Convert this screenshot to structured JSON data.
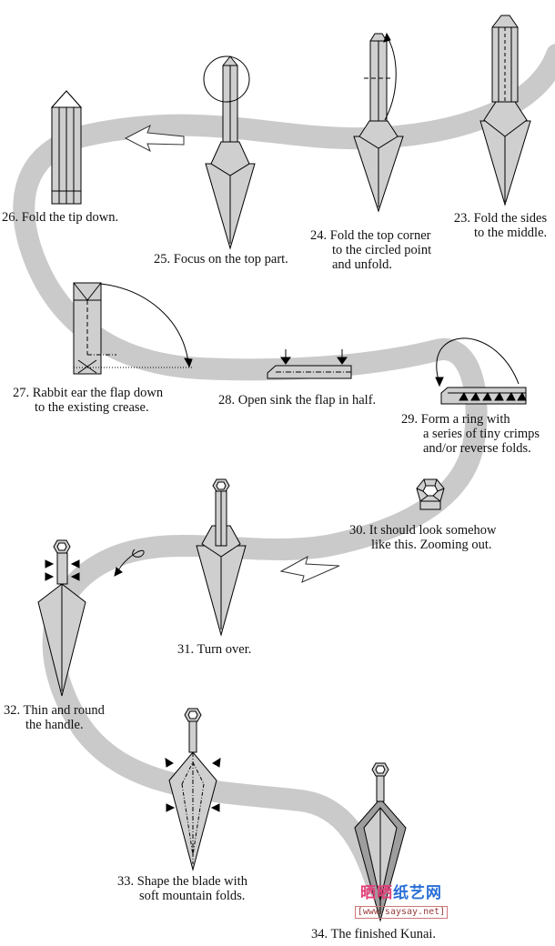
{
  "colors": {
    "path": "#cacaca",
    "paper": "#cfcfcf",
    "paper_dark": "#9d9d9d",
    "line": "#000000",
    "watermark_pink": "#e0407a",
    "watermark_blue": "#2a6fd6",
    "watermark_url": "#9a3a3a"
  },
  "steps": [
    {
      "id": "23",
      "lines": [
        "23. Fold the sides",
        "to the middle."
      ]
    },
    {
      "id": "24",
      "lines": [
        "24. Fold the top corner",
        "to the circled point",
        "and unfold."
      ]
    },
    {
      "id": "25",
      "lines": [
        "25. Focus on the top part."
      ]
    },
    {
      "id": "26",
      "lines": [
        "26. Fold the tip down."
      ]
    },
    {
      "id": "27",
      "lines": [
        "27. Rabbit ear the flap down",
        "to the existing crease."
      ]
    },
    {
      "id": "28",
      "lines": [
        "28. Open sink the flap in half."
      ]
    },
    {
      "id": "29",
      "lines": [
        "29. Form a ring with",
        "a series of tiny crimps",
        "and/or reverse folds."
      ]
    },
    {
      "id": "30",
      "lines": [
        "30. It should look somehow",
        "like this. Zooming out."
      ]
    },
    {
      "id": "31",
      "lines": [
        "31. Turn over."
      ]
    },
    {
      "id": "32",
      "lines": [
        "32. Thin and round",
        "the handle."
      ]
    },
    {
      "id": "33",
      "lines": [
        "33. Shape the blade with",
        "soft mountain folds."
      ]
    },
    {
      "id": "34",
      "lines": [
        "34. The finished Kunai."
      ]
    }
  ],
  "watermark": {
    "logo_a": "晒晒",
    "logo_b": "纸艺网",
    "url": "[www.saysay.net]"
  }
}
